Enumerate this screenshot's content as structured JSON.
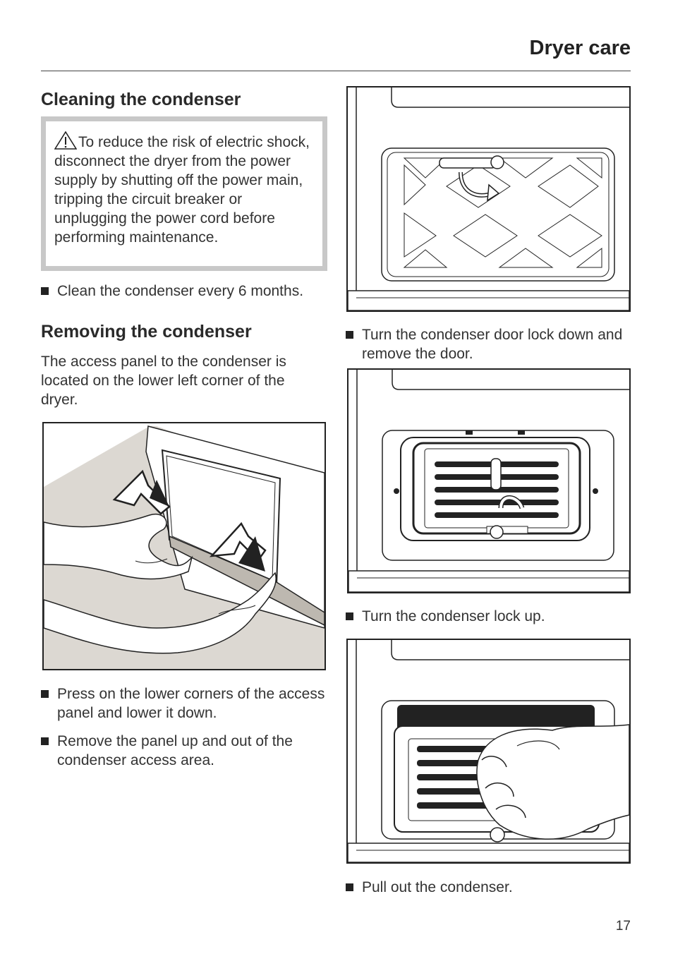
{
  "header": {
    "section_title": "Dryer care"
  },
  "cleaning": {
    "heading": "Cleaning the condenser",
    "warning_icon": "warning-triangle-icon",
    "warning_text": "To reduce the risk of electric shock, disconnect the dryer from the power supply by shutting off the power main, tripping the circuit breaker or unplugging the power cord before performing maintenance.",
    "bullet": "Clean the condenser every 6 months."
  },
  "removing": {
    "heading": "Removing the condenser",
    "intro": "The access panel to the condenser is located on the lower left corner of the dryer.",
    "bullets": [
      "Press on the lower corners of the access panel and lower it down.",
      "Remove the panel up and out of the condenser access area."
    ]
  },
  "right_column": {
    "steps": [
      "Turn the condenser door lock down and remove the door.",
      "Turn the condenser lock up.",
      "Pull out the condenser."
    ]
  },
  "footer": {
    "page_number": "17"
  }
}
